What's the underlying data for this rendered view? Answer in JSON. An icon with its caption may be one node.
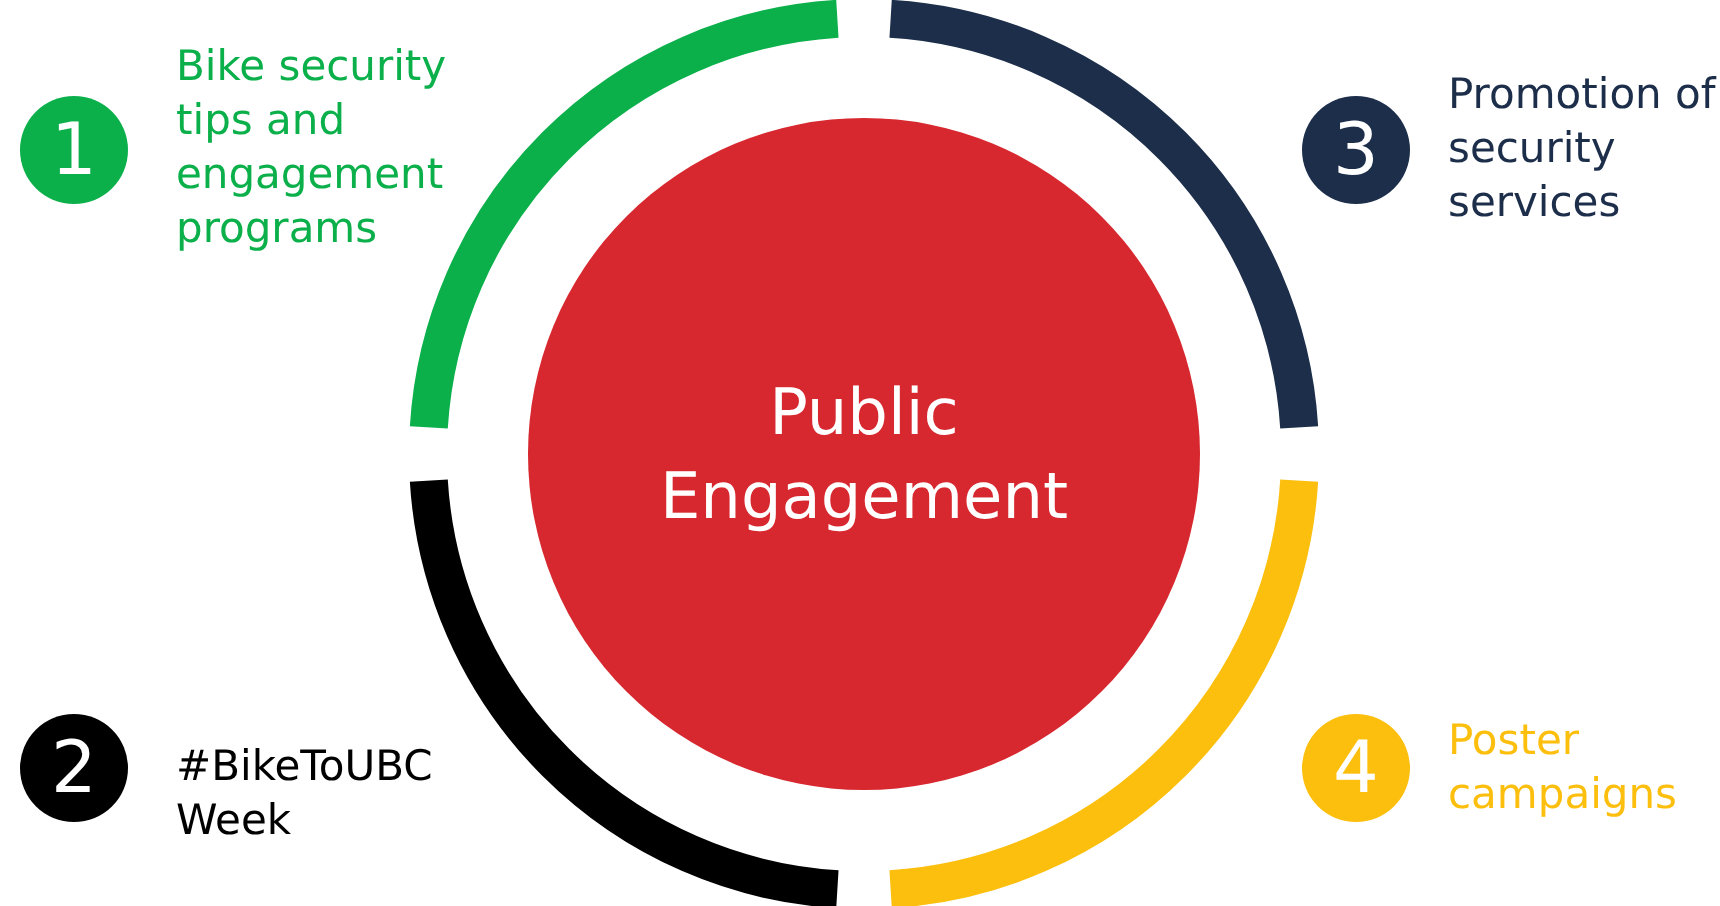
{
  "diagram": {
    "nodes": [
      {
        "text": [
          "1"
        ],
        "beside": [
          "Bike security tips and engagement programs"
        ]
      },
      {
        "text": [
          "3"
        ],
        "beside": [
          "Promotion of security services"
        ]
      },
      {
        "text": [
          "Public Engagement"
        ]
      },
      {
        "text": [
          "2"
        ],
        "beside": [
          "#BikeToUBC Week"
        ]
      },
      {
        "text": [
          "4"
        ],
        "beside": [
          "Poster campaigns"
        ]
      }
    ],
    "edges": []
  }
}
